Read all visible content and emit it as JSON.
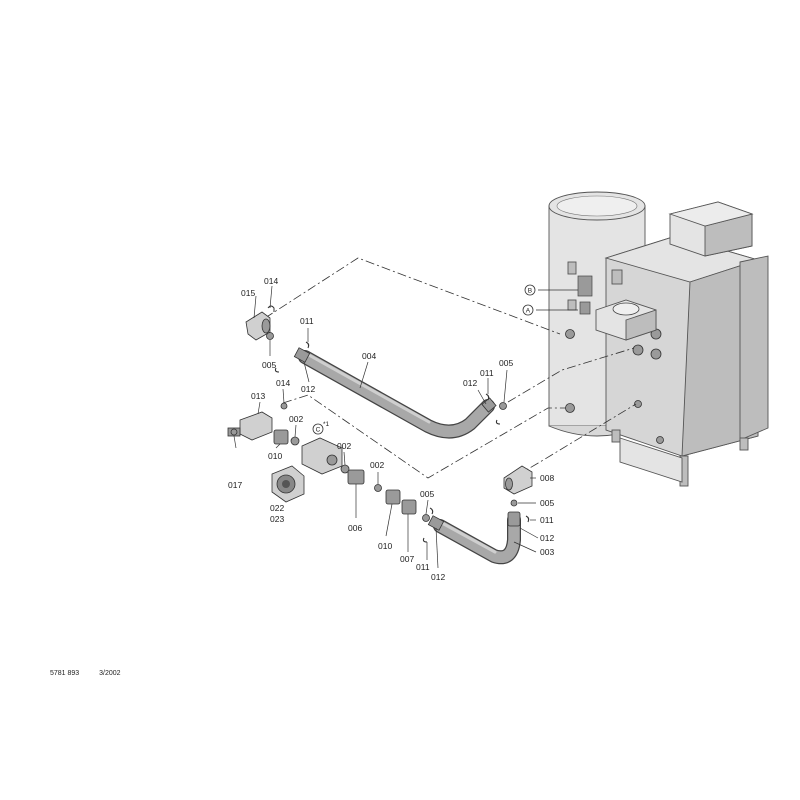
{
  "diagram": {
    "part_labels": {
      "p014a": "014",
      "p015": "015",
      "p005a": "005",
      "p011a": "011",
      "p012a": "012",
      "p004": "004",
      "p012b": "012",
      "p011b": "011",
      "p005b": "005",
      "p014b": "014",
      "p013": "013",
      "p002a": "002",
      "p010a": "010",
      "p017": "017",
      "p002b": "002",
      "p002c": "002",
      "p022": "022",
      "p023": "023",
      "p006": "006",
      "p010b": "010",
      "p005c": "005",
      "p007": "007",
      "p011c": "011",
      "p012c": "012",
      "p008": "008",
      "p005d": "005",
      "p011d": "011",
      "p012d": "012",
      "p003": "003"
    },
    "callouts": {
      "b": "B",
      "a": "A",
      "c": "C",
      "c_sup": "*1"
    }
  },
  "footer": {
    "doc_number": "5781 893",
    "date": "3/2002"
  }
}
